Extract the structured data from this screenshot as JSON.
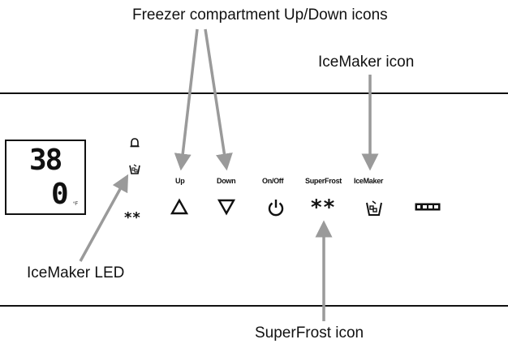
{
  "callouts": {
    "freezer_icons": "Freezer compartment Up/Down icons",
    "icemaker_icon": "IceMaker icon",
    "icemaker_led": "IceMaker LED",
    "superfrost_icon": "SuperFrost icon"
  },
  "display": {
    "top_value": "38",
    "bottom_value": "0",
    "unit": "°F"
  },
  "controls": {
    "up_label": "Up",
    "down_label": "Down",
    "onoff_label": "On/Off",
    "superfrost_label": "SuperFrost",
    "icemaker_label": "IceMaker"
  },
  "symbols": {
    "superfrost_stars": "**",
    "left_stars": "**"
  },
  "colors": {
    "arrow": "#9a9a9a",
    "ink": "#111111"
  }
}
